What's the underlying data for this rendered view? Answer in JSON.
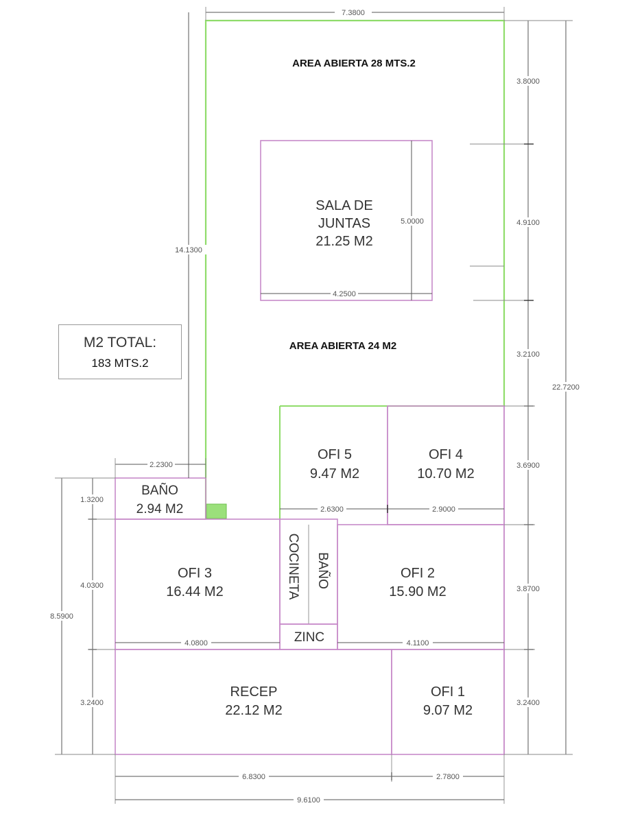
{
  "plan": {
    "total_box": {
      "title": "M2 TOTAL:",
      "value": "183 MTS.2"
    },
    "open_areas": {
      "top": "AREA ABIERTA 28 MTS.2",
      "middle": "AREA ABIERTA 24 M2"
    },
    "rooms": {
      "sala": {
        "line1": "SALA DE",
        "line2": "JUNTAS",
        "area": "21.25 M2"
      },
      "ofi5": {
        "name": "OFI 5",
        "area": "9.47 M2"
      },
      "ofi4": {
        "name": "OFI 4",
        "area": "10.70 M2"
      },
      "bano1": {
        "name": "BAÑO",
        "area": "2.94 M2"
      },
      "ofi3": {
        "name": "OFI 3",
        "area": "16.44 M2"
      },
      "ofi2": {
        "name": "OFI 2",
        "area": "15.90 M2"
      },
      "cocineta": {
        "name": "COCINETA"
      },
      "bano2": {
        "name": "BAÑO"
      },
      "zinc": {
        "name": "ZINC"
      },
      "recep": {
        "name": "RECEP",
        "area": "22.12 M2"
      },
      "ofi1": {
        "name": "OFI 1",
        "area": "9.07 M2"
      }
    },
    "dims": {
      "top_width": "7.3800",
      "right_top": "3.8000",
      "right_sala": "4.9100",
      "right_open": "3.2100",
      "right_ofi45": "3.6900",
      "right_ofi2": "3.8700",
      "right_recep": "3.2400",
      "right_total": "22.7200",
      "left_upper": "14.1300",
      "sala_height": "5.0000",
      "sala_width": "4.2500",
      "bano_width": "2.2300",
      "bano_height": "1.3200",
      "left_ofi3": "4.0300",
      "left_lower_total": "8.5900",
      "left_recep": "3.2400",
      "ofi5_width": "2.6300",
      "ofi4_width": "2.9000",
      "ofi3_width": "4.0800",
      "ofi2_width": "4.1100",
      "recep_width": "6.8300",
      "ofi1_width": "2.7800",
      "bottom_total": "9.6100"
    }
  }
}
